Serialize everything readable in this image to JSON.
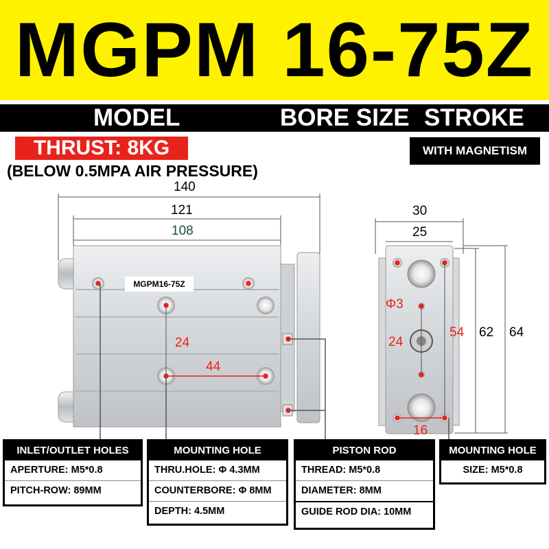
{
  "banner": {
    "title": "MGPM 16-75Z",
    "bg_color": "#fff200"
  },
  "header_bar": {
    "model": "MODEL",
    "bore_size": "BORE SIZE",
    "stroke": "STROKE"
  },
  "thrust": "THRUST: 8KG",
  "pressure_note": "(BELOW 0.5MPA AIR PRESSURE)",
  "magnetism": "WITH MAGNETISM",
  "nameplate": "MGPM16-75Z",
  "front_dims": {
    "overall": "140",
    "body": "121",
    "inner": "108",
    "hole_pitch_v": "24",
    "hole_pitch_h": "44"
  },
  "side_dims": {
    "width": "30",
    "inner_width": "25",
    "bore": "Φ3",
    "rod_pitch": "24",
    "hole_pitch": "54",
    "height_inner": "62",
    "height": "64",
    "bottom_pitch": "16"
  },
  "boxes": {
    "inlet": {
      "title": "INLET/OUTLET HOLES",
      "rows": [
        "APERTURE: M5*0.8",
        "PITCH-ROW: 89MM"
      ]
    },
    "mounting": {
      "title": "MOUNTING HOLE",
      "rows": [
        "THRU.HOLE: Φ 4.3MM",
        "COUNTERBORE: Φ 8MM",
        "DEPTH: 4.5MM"
      ]
    },
    "piston": {
      "title": "PISTON ROD",
      "rows": [
        "THREAD: M5*0.8",
        "DIAMETER: 8MM",
        "GUIDE ROD DIA: 10MM"
      ]
    },
    "mounting_side": {
      "title": "MOUNTING HOLE",
      "rows": [
        "SIZE: M5*0.8"
      ]
    }
  },
  "colors": {
    "accent": "#e8231c",
    "black": "#000000",
    "body": "#d4d6d9"
  }
}
